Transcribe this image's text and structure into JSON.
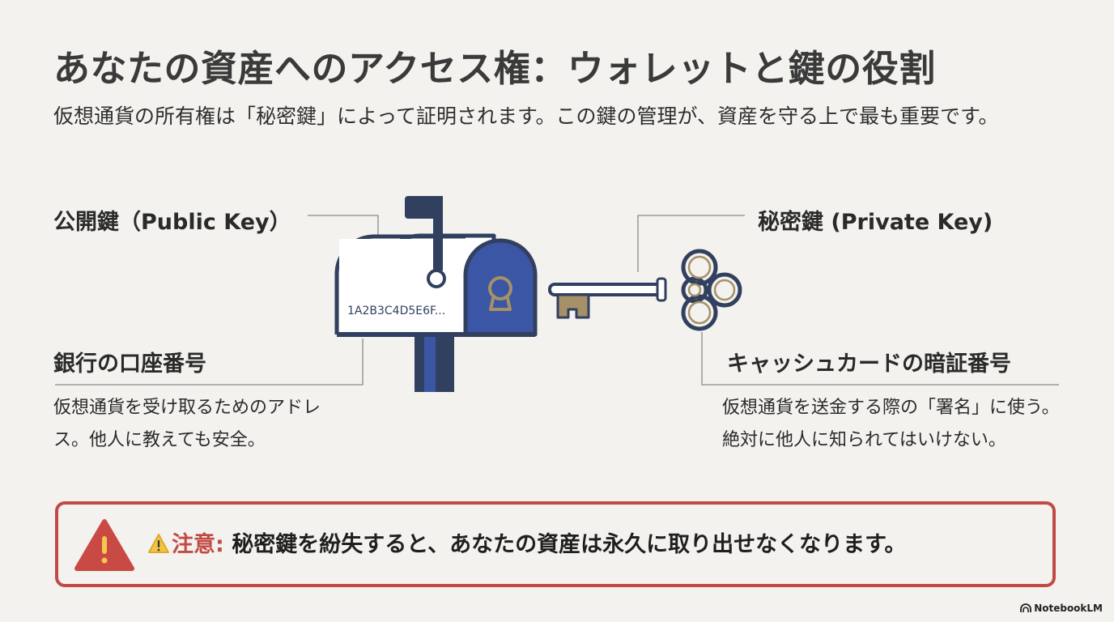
{
  "title": "あなたの資産へのアクセス権：ウォレットと鍵の役割",
  "subtitle": "仮想通貨の所有権は「秘密鍵」によって証明されます。この鍵の管理が、資産を守る上で最も重要です。",
  "public_key": {
    "label": "公開鍵（Public Key）",
    "analogy": "銀行の口座番号",
    "description": "仮想通貨を受け取るためのアドレス。他人に教えても安全。",
    "address_sample": "1A2B3C4D5E6F..."
  },
  "private_key": {
    "label": "秘密鍵 (Private Key)",
    "analogy": "キャッシュカードの暗証番号",
    "description": "仮想通貨を送金する際の「署名」に使う。絶対に他人に知られてはいけない。"
  },
  "warning": {
    "label": "注意:",
    "message": "秘密鍵を紛失すると、あなたの資産は永久に取り出せなくなります。"
  },
  "brand": "NotebookLM",
  "colors": {
    "navy": "#32405f",
    "blue": "#3b56a4",
    "gold": "#a69068",
    "warning_red": "#c24a45",
    "background": "#f3f2ee"
  }
}
